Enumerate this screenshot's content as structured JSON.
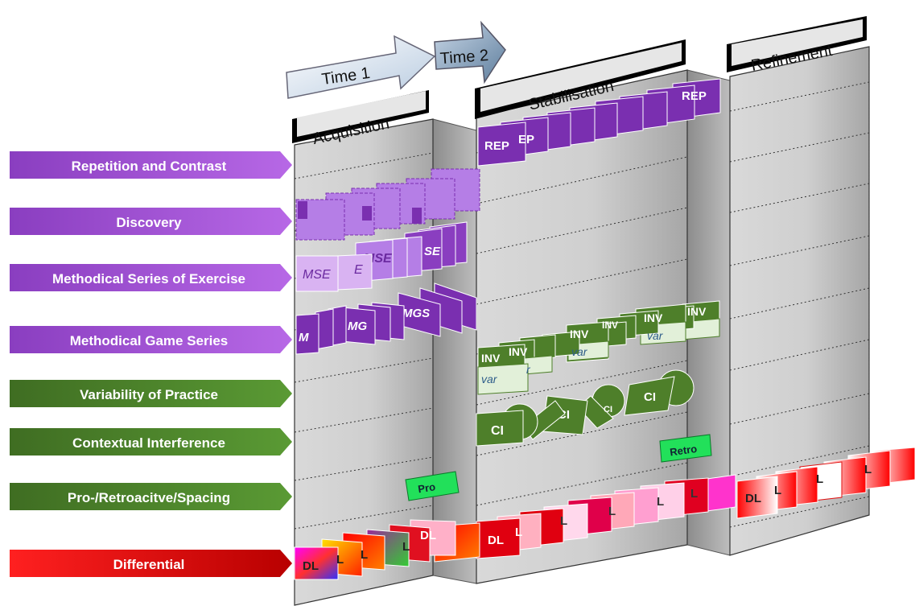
{
  "time_arrows": {
    "time1": "Time 1",
    "time2": "Time 2"
  },
  "phases": {
    "acquisition": "Acquisition",
    "stabilisation": "Stabilisation",
    "refinement": "Refinement"
  },
  "rows": {
    "repetition": "Repetition and Contrast",
    "discovery": "Discovery",
    "mse": "Methodical Series of Exercise",
    "mgs": "Methodical Game Series",
    "variability": "Variability of Practice",
    "contextual": "Contextual Interference",
    "spacing": "Pro-/Retroacitve/Spacing",
    "differential": "Differential"
  },
  "cards": {
    "rep": "REP",
    "rep_partial": "EP",
    "mse": "MSE",
    "mse_partial": "E",
    "se_partial": "SE",
    "m": "M",
    "mg": "MG",
    "mgs": "MGS",
    "inv": "INV",
    "var": "var",
    "var_partial": "r",
    "ci": "CI",
    "pro": "Pro",
    "retro": "Retro",
    "dl": "DL",
    "l_partial": "L"
  },
  "colors": {
    "purple": "#7b2fa8",
    "light_purple": "#b57ee6",
    "green": "#4e7f2a",
    "light_green": "#e2f0d9",
    "red": "#e01010",
    "bright_green": "#22e05a"
  }
}
